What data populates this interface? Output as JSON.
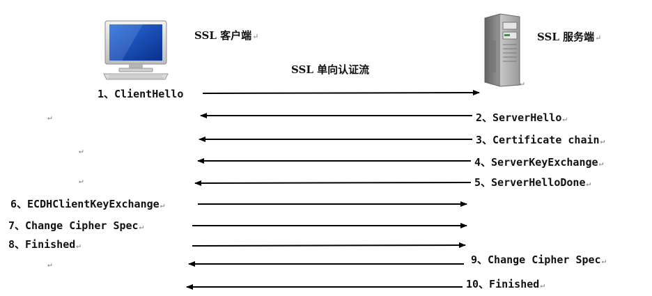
{
  "client": {
    "title": "SSL 客户端",
    "icon": "desktop-computer-icon"
  },
  "server": {
    "title": "SSL 服务端",
    "icon": "server-tower-icon"
  },
  "flow_title": "SSL 单向认证流",
  "paragraph_mark": "↵",
  "messages": [
    {
      "step": "1、ClientHello",
      "direction": "client-to-server"
    },
    {
      "step": "2、ServerHello",
      "direction": "server-to-client"
    },
    {
      "step": "3、Certificate chain",
      "direction": "server-to-client"
    },
    {
      "step": "4、ServerKeyExchange",
      "direction": "server-to-client"
    },
    {
      "step": "5、ServerHelloDone",
      "direction": "server-to-client"
    },
    {
      "step": "6、ECDHClientKeyExchange",
      "direction": "client-to-server"
    },
    {
      "step": "7、Change Cipher Spec",
      "direction": "client-to-server"
    },
    {
      "step": "8、Finished",
      "direction": "client-to-server"
    },
    {
      "step": "9、Change Cipher Spec",
      "direction": "server-to-client"
    },
    {
      "step": "10、Finished",
      "direction": "server-to-client"
    }
  ],
  "colors": {
    "arrow": "#000000",
    "text": "#111111",
    "mark": "#777777"
  }
}
